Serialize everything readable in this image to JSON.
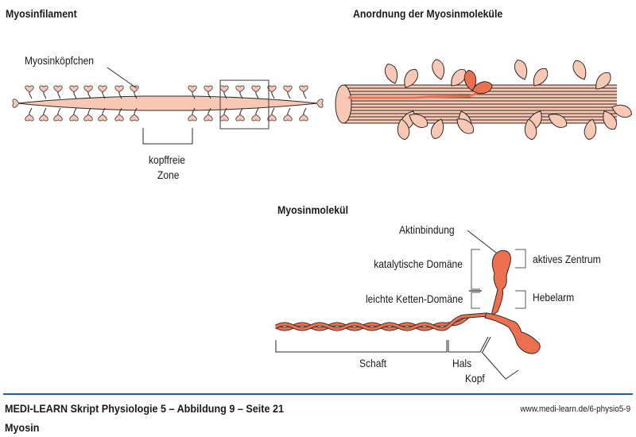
{
  "panels": {
    "filament": {
      "title": "Myosinfilament",
      "label_heads": "Myosinköpfchen",
      "label_zone_line1": "kopffreie",
      "label_zone_line2": "Zone"
    },
    "arrangement": {
      "title": "Anordnung der Myosinmoleküle"
    },
    "molecule": {
      "title": "Myosinmolekül",
      "label_actin": "Aktinbindung",
      "label_catalytic": "katalytische Domäne",
      "label_light_chain": "leichte Ketten-Domäne",
      "label_active_center": "aktives Zentrum",
      "label_lever": "Hebelarm",
      "label_shaft": "Schaft",
      "label_neck": "Hals",
      "label_head": "Kopf"
    }
  },
  "colors": {
    "pale_salmon": "#f8c8b4",
    "salmon_highlight": "#ec7050",
    "outline": "#2a2a2a",
    "footer_rule": "#1f5fa8"
  },
  "footer": {
    "source": "MEDI-LEARN Skript Physiologie 5 – Abbildung 9 – Seite 21",
    "url": "www.medi-learn.de/6-physio5-9",
    "caption": "Myosin"
  }
}
